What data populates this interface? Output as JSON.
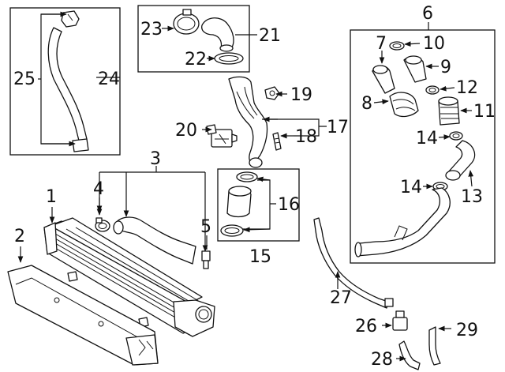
{
  "callouts": {
    "c1": "1",
    "c2": "2",
    "c3": "3",
    "c4": "4",
    "c5": "5",
    "c6": "6",
    "c7": "7",
    "c8": "8",
    "c9": "9",
    "c10": "10",
    "c11": "11",
    "c12": "12",
    "c13": "13",
    "c14a": "14",
    "c14b": "14",
    "c15": "15",
    "c16": "16",
    "c17": "17",
    "c18": "18",
    "c19": "19",
    "c20": "20",
    "c21": "21",
    "c22": "22",
    "c23": "23",
    "c24": "24",
    "c25": "25",
    "c26": "26",
    "c27": "27",
    "c28": "28",
    "c29": "29"
  }
}
